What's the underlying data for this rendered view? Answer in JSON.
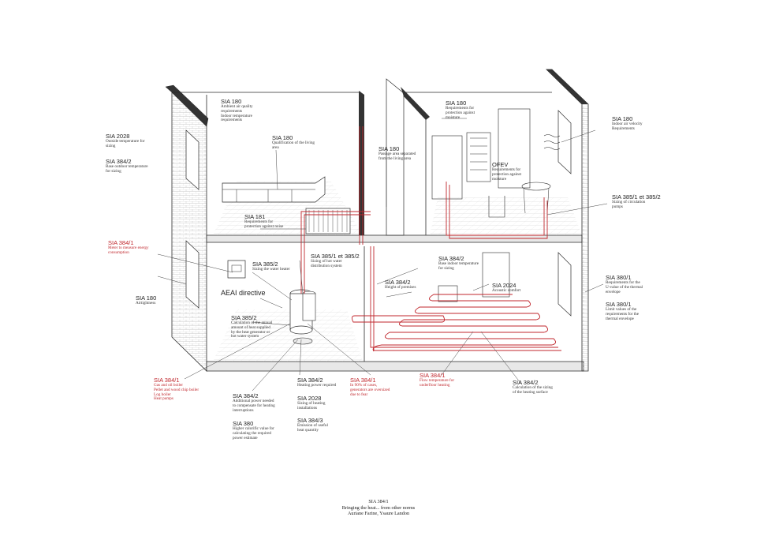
{
  "annotations": {
    "sia2028_left": {
      "code": "SIA 2028",
      "desc": "Outside temperature for\nsizing"
    },
    "sia3842_left": {
      "code": "SIA 384/2",
      "desc": "Base outdoor temperature\nfor sizing"
    },
    "sia180_air": {
      "code": "SIA 180",
      "desc": "Ambient air quality\nrequirements\nIndoor temperature\nrequirements"
    },
    "sia180_living": {
      "code": "SIA 180",
      "desc": "Qualification of the living\narea"
    },
    "sia180_passage": {
      "code": "SIA 180",
      "desc": "Passage area separated\nfrom the living area"
    },
    "sia180_moisture": {
      "code": "SIA 180",
      "desc": "Requirements for\nprotection against\nmoisture"
    },
    "ofev": {
      "code": "OFEV",
      "desc": "Requirements for\nprotection against\nmoisture"
    },
    "sia180_velocity": {
      "code": "SIA 180",
      "desc": "Indoor air velocity\nRequirements"
    },
    "sia3851_pumps": {
      "code": "SIA 385/1 et 385/2",
      "desc": "Sizing of circulation\npumps"
    },
    "sia181": {
      "code": "SIA 181",
      "desc": "Requirements for\nprotection against noise"
    },
    "sia3841_meter": {
      "code": "SIA 384/1",
      "desc": "Meter to measure energy\nconsumption"
    },
    "sia3852_heater": {
      "code": "SIA 385/2",
      "desc": "Sizing the water heater"
    },
    "sia3851_dist": {
      "code": "SIA 385/1 et 385/2",
      "desc": "Sizing of hot water\ndistribution system"
    },
    "sia3842_indoor": {
      "code": "SIA 384/2",
      "desc": "Base indoor temperature\nfor sizing"
    },
    "sia3842_height": {
      "code": "SIA 384/2",
      "desc": "Height of premises"
    },
    "sia2024": {
      "code": "SIA 2024",
      "desc": "Acoustic comfort"
    },
    "sia180_air2": {
      "code": "SIA 180",
      "desc": "Airtightness"
    },
    "aeai": {
      "code": "AEAI directive",
      "desc": ""
    },
    "sia3852_calc": {
      "code": "SIA 385/2",
      "desc": "Calculation of the annual\namount of heat supplied\nby the heat generator or\nhot water system"
    },
    "sia3801_u": {
      "code": "SIA 380/1",
      "desc": "Requirements for the\nU-value of the thermal\nenvelope"
    },
    "sia3801_limit": {
      "code": "SIA 380/1",
      "desc": "Limit values of the\nrequirements for the\nthermal envelope"
    },
    "sia3841_boiler": {
      "code": "SIA 384/1",
      "desc": "Gas and oil boiler\nPellet and wood chip boiler\nLog boiler\nHeat pumps"
    },
    "sia3842_power": {
      "code": "SIA 384/2",
      "desc": "Heating power required"
    },
    "sia3841_90": {
      "code": "SIA 384/1",
      "desc": "In 90% of cases,\ngenerators are oversized\ndue to fear"
    },
    "sia3841_flow": {
      "code": "SIA 384/1",
      "desc": "Flow temperature for\nunderfloor heating"
    },
    "sia3842_surface": {
      "code": "SIA 384/2",
      "desc": "Calculation of the sizing\nof the heating surface"
    },
    "sia3842_additional": {
      "code": "SIA 384/2",
      "desc": "Additional power needed\nto compensate for heating\ninterruptions"
    },
    "sia2028_heating": {
      "code": "SIA 2028",
      "desc": "Sizing of heating\ninstallations"
    },
    "sia380": {
      "code": "SIA 380",
      "desc": "Higher calorific value for\ncalculating the required\npower estimate"
    },
    "sia3843": {
      "code": "SIA 384/3",
      "desc": "Emission of useful\nheat quantity"
    }
  },
  "caption": {
    "line1": "SIA 384/1",
    "line2": "Bringing the heat... from other norms",
    "line3": "Auriane Farine, Ysaure Landon"
  },
  "colors": {
    "accent_red": "#c0272d",
    "line": "#2a2a2a",
    "wall_dark": "#3a3a3a"
  }
}
